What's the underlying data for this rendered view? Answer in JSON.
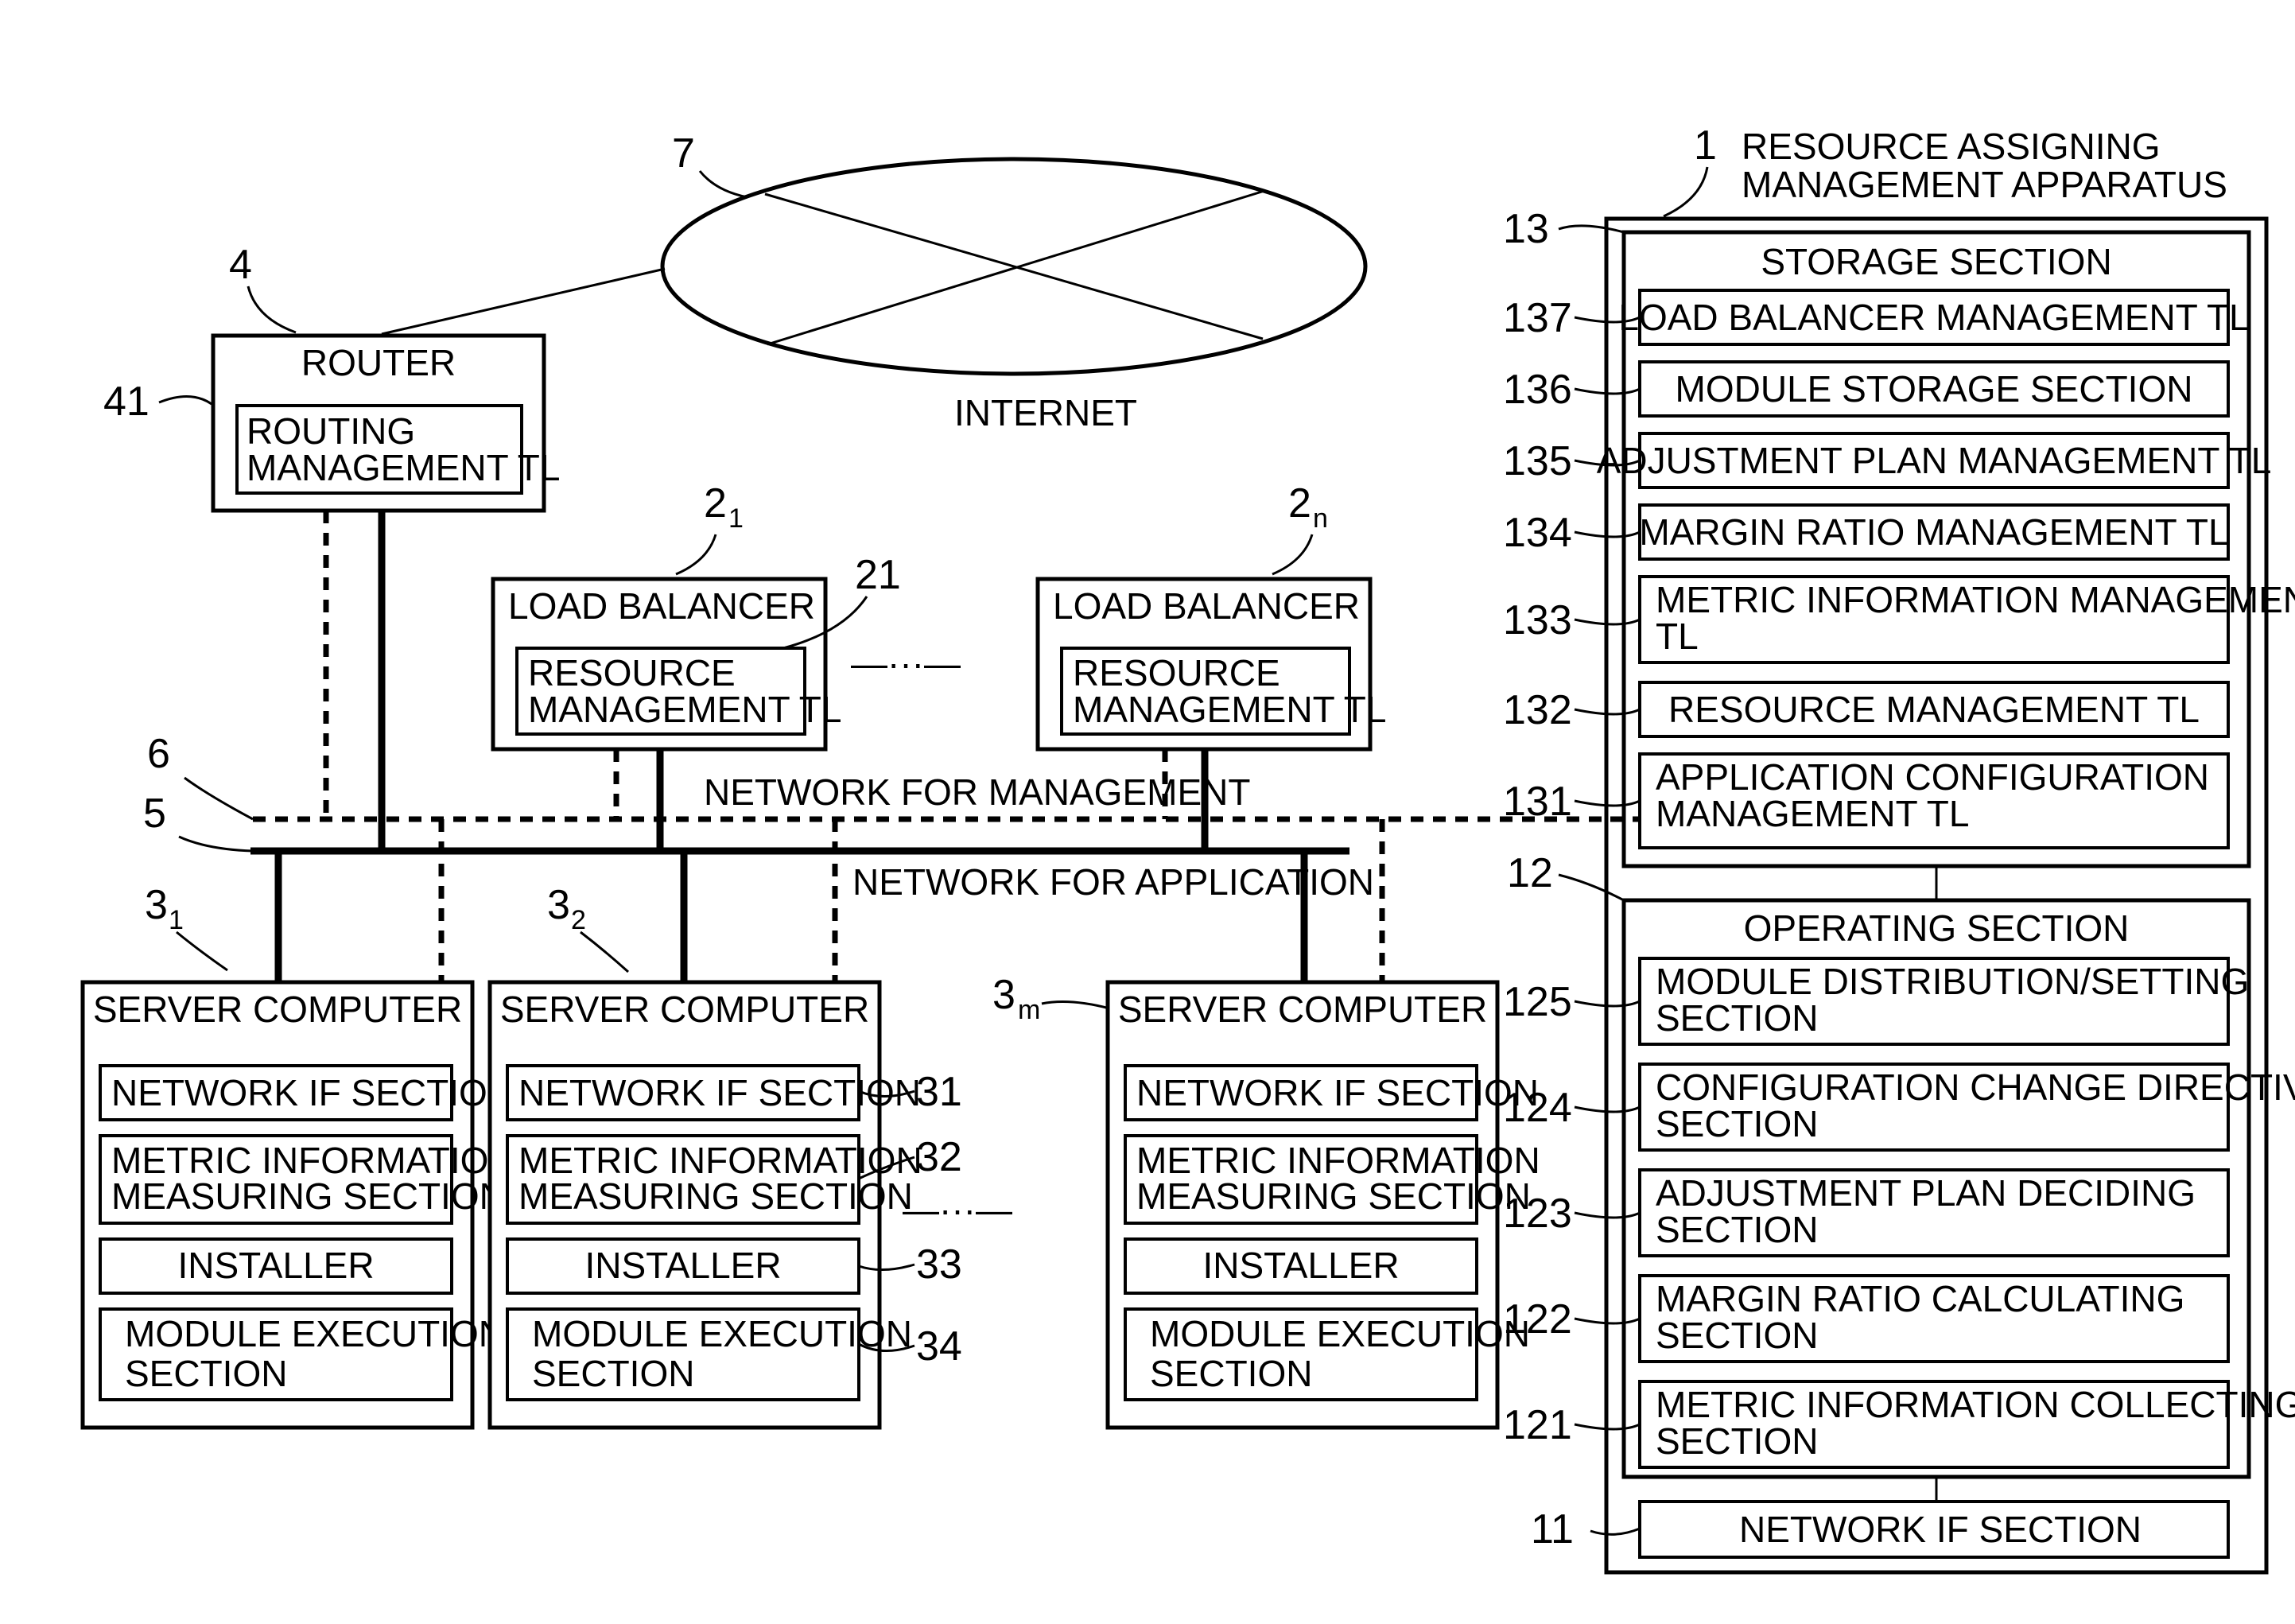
{
  "internet": {
    "ref": "7",
    "label": "INTERNET"
  },
  "router": {
    "ref": "4",
    "title": "ROUTER",
    "inner_ref": "41",
    "inner_line1": "ROUTING",
    "inner_line2": "MANAGEMENT TL"
  },
  "load_balancer_1": {
    "ref": "2",
    "ref_sub": "1",
    "title": "LOAD BALANCER",
    "inner_ref": "21",
    "inner_line1": "RESOURCE",
    "inner_line2": "MANAGEMENT TL"
  },
  "load_balancer_n": {
    "ref": "2",
    "ref_sub": "n",
    "title": "LOAD BALANCER",
    "inner_line1": "RESOURCE",
    "inner_line2": "MANAGEMENT TL"
  },
  "networks": {
    "management_ref": "6",
    "management_label": "NETWORK FOR MANAGEMENT",
    "application_ref": "5",
    "application_label": "NETWORK FOR APPLICATION"
  },
  "ellipsis_lb": "—···—",
  "ellipsis_server": "—···—",
  "server_1": {
    "ref": "3",
    "ref_sub": "1",
    "title": "SERVER COMPUTER",
    "network_if": "NETWORK IF SECTION",
    "metric_line1": "METRIC INFORMATION",
    "metric_line2": "MEASURING SECTION",
    "installer": "INSTALLER",
    "module_line1": "MODULE EXECUTION",
    "module_line2": "SECTION"
  },
  "server_2": {
    "ref": "3",
    "ref_sub": "2",
    "title": "SERVER COMPUTER",
    "network_if": "NETWORK IF SECTION",
    "network_if_ref": "31",
    "metric_line1": "METRIC INFORMATION",
    "metric_line2": "MEASURING SECTION",
    "metric_ref": "32",
    "installer": "INSTALLER",
    "installer_ref": "33",
    "module_line1": "MODULE EXECUTION",
    "module_line2": "SECTION",
    "module_ref": "34"
  },
  "server_m": {
    "ref": "3",
    "ref_sub": "m",
    "title": "SERVER COMPUTER",
    "network_if": "NETWORK IF SECTION",
    "metric_line1": "METRIC INFORMATION",
    "metric_line2": "MEASURING SECTION",
    "installer": "INSTALLER",
    "module_line1": "MODULE EXECUTION",
    "module_line2": "SECTION"
  },
  "apparatus": {
    "ref": "1",
    "title_line1": "RESOURCE ASSIGNING",
    "title_line2": "MANAGEMENT APPARATUS",
    "storage": {
      "ref": "13",
      "title": "STORAGE SECTION",
      "items": [
        {
          "ref": "137",
          "line1": "LOAD BALANCER MANAGEMENT TL"
        },
        {
          "ref": "136",
          "line1": "MODULE STORAGE SECTION"
        },
        {
          "ref": "135",
          "line1": "ADJUSTMENT PLAN MANAGEMENT TL"
        },
        {
          "ref": "134",
          "line1": "MARGIN RATIO MANAGEMENT TL"
        },
        {
          "ref": "133",
          "line1": "METRIC INFORMATION MANAGEMENT",
          "line2": "TL"
        },
        {
          "ref": "132",
          "line1": "RESOURCE MANAGEMENT TL"
        },
        {
          "ref": "131",
          "line1": "APPLICATION CONFIGURATION",
          "line2": "MANAGEMENT TL"
        }
      ]
    },
    "operating": {
      "ref": "12",
      "title": "OPERATING SECTION",
      "items": [
        {
          "ref": "125",
          "line1": "MODULE DISTRIBUTION/SETTING",
          "line2": "SECTION"
        },
        {
          "ref": "124",
          "line1": "CONFIGURATION CHANGE DIRECTIVE",
          "line2": "SECTION"
        },
        {
          "ref": "123",
          "line1": "ADJUSTMENT PLAN DECIDING",
          "line2": "SECTION"
        },
        {
          "ref": "122",
          "line1": "MARGIN RATIO CALCULATING",
          "line2": "SECTION"
        },
        {
          "ref": "121",
          "line1": "METRIC INFORMATION COLLECTING",
          "line2": "SECTION"
        }
      ]
    },
    "network_if": {
      "ref": "11",
      "label": "NETWORK IF SECTION"
    }
  }
}
